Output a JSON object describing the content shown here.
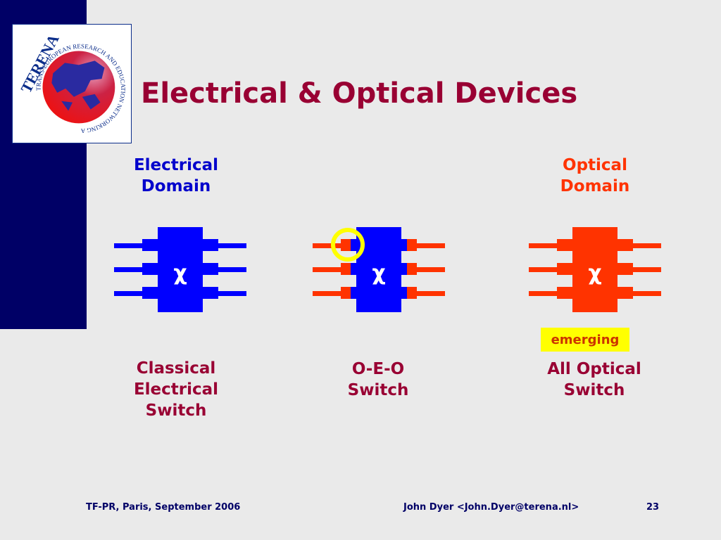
{
  "slide": {
    "title": "Electrical & Optical Devices",
    "logo_text": {
      "brand": "TERENA",
      "ring": "TRANS-EUROPEAN RESEARCH AND EDUCATION NETWORKING ASSOCIATION"
    },
    "domains": {
      "electrical": "Electrical\nDomain",
      "optical": "Optical\nDomain"
    },
    "devices": [
      {
        "caption": "Classical\nElectrical\nSwitch",
        "symbol": "χ"
      },
      {
        "caption": "O-E-O\nSwitch",
        "symbol": "χ"
      },
      {
        "caption": "All Optical\nSwitch",
        "symbol": "χ"
      }
    ],
    "badge": "emerging",
    "footer": {
      "left": "TF-PR, Paris, September 2006",
      "center": "John Dyer  <John.Dyer@terena.nl>",
      "page": "23"
    },
    "colors": {
      "title": "#990033",
      "sidebar": "#000066",
      "electrical": "#0000ff",
      "optical": "#ff3300",
      "highlight_ring": "#ffff00"
    },
    "icons": [
      "terena-logo",
      "switch-chip-icon",
      "highlight-circle"
    ]
  }
}
